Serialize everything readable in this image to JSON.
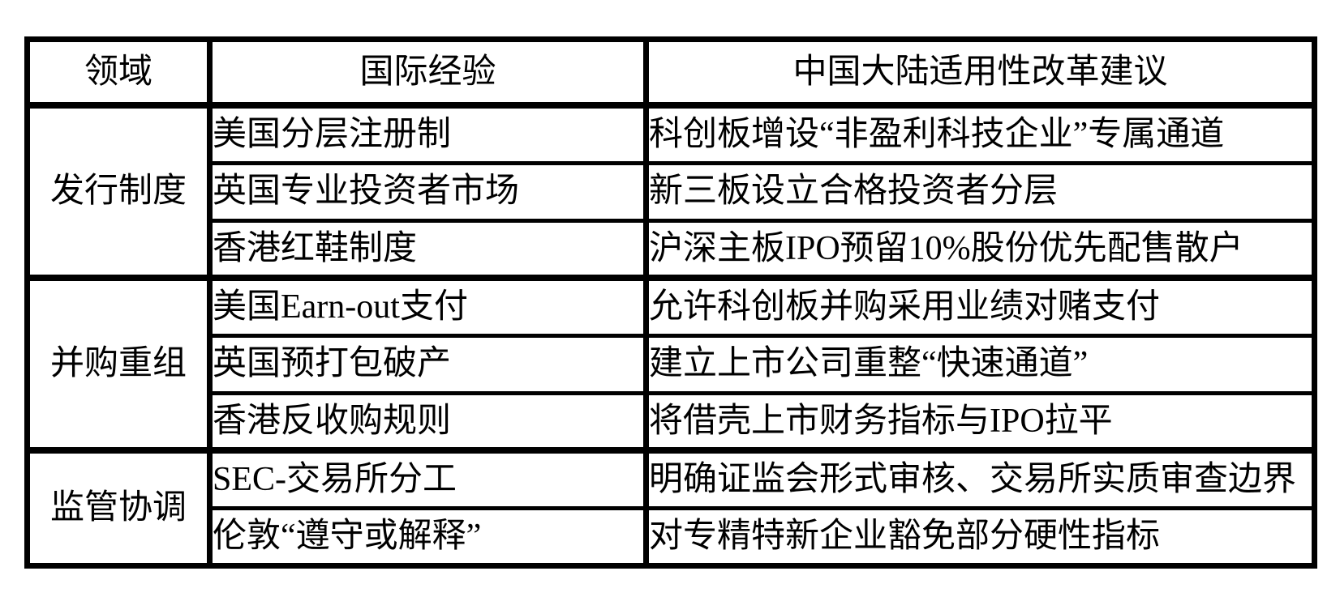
{
  "colors": {
    "border": "#000000",
    "text": "#000000",
    "background": "#ffffff"
  },
  "table": {
    "headers": [
      "领域",
      "国际经验",
      "中国大陆适用性改革建议"
    ],
    "groups": [
      {
        "domain": "发行制度",
        "rows": [
          {
            "experience": "美国分层注册制",
            "suggestion": "科创板增设“非盈利科技企业”专属通道"
          },
          {
            "experience": "英国专业投资者市场",
            "suggestion": "新三板设立合格投资者分层"
          },
          {
            "experience": "香港红鞋制度",
            "suggestion": "沪深主板IPO预留10%股份优先配售散户"
          }
        ]
      },
      {
        "domain": "并购重组",
        "rows": [
          {
            "experience": "美国Earn-out支付",
            "suggestion": "允许科创板并购采用业绩对赌支付"
          },
          {
            "experience": "英国预打包破产",
            "suggestion": "建立上市公司重整“快速通道”"
          },
          {
            "experience": "香港反收购规则",
            "suggestion": "将借壳上市财务指标与IPO拉平"
          }
        ]
      },
      {
        "domain": "监管协调",
        "rows": [
          {
            "experience": "SEC-交易所分工",
            "suggestion": "明确证监会形式审核、交易所实质审查边界"
          },
          {
            "experience": "伦敦“遵守或解释”",
            "suggestion": "对专精特新企业豁免部分硬性指标"
          }
        ]
      }
    ]
  }
}
